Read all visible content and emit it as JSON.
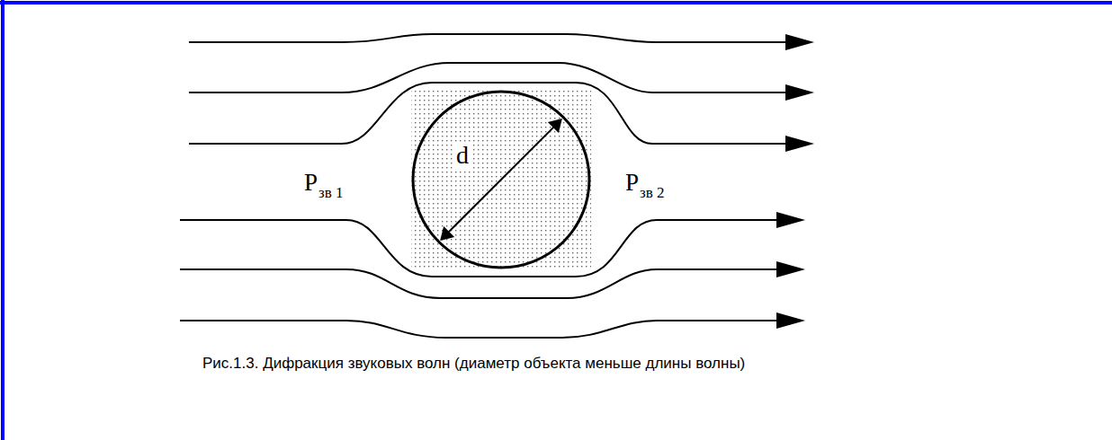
{
  "diagram": {
    "caption": "Рис.1.3. Дифракция звуковых волн (диаметр объекта меньше длины волны)",
    "nodes": [
      {
        "text": [
          "d"
        ]
      }
    ],
    "labels": [
      "Pзв 1",
      "Pзв 2"
    ]
  }
}
